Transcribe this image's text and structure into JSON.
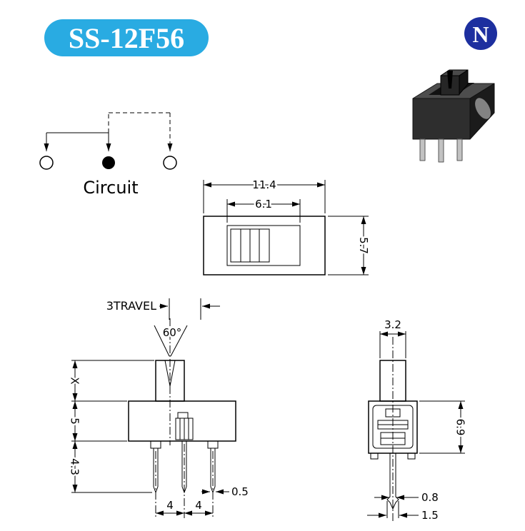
{
  "header": {
    "model_badge": "SS-12F56",
    "badge_color": "#29abe2",
    "logo_letter": "N",
    "logo_color": "#1d2f9f"
  },
  "circuit": {
    "label": "Circuit"
  },
  "top_view": {
    "width": "11.4",
    "knob_width": "6.1",
    "height": "5.7"
  },
  "front_view": {
    "travel_label": "3TRAVEL",
    "angle": "60°",
    "knob_height": "X",
    "body_height": "5",
    "pin_length": "4.3",
    "pin_pitch_1": "4",
    "pin_pitch_2": "4",
    "pin_width": "0.5"
  },
  "side_view": {
    "knob_width": "3.2",
    "body_height": "6.9",
    "pin_thickness": "0.8",
    "pin_tip": "1.5"
  }
}
